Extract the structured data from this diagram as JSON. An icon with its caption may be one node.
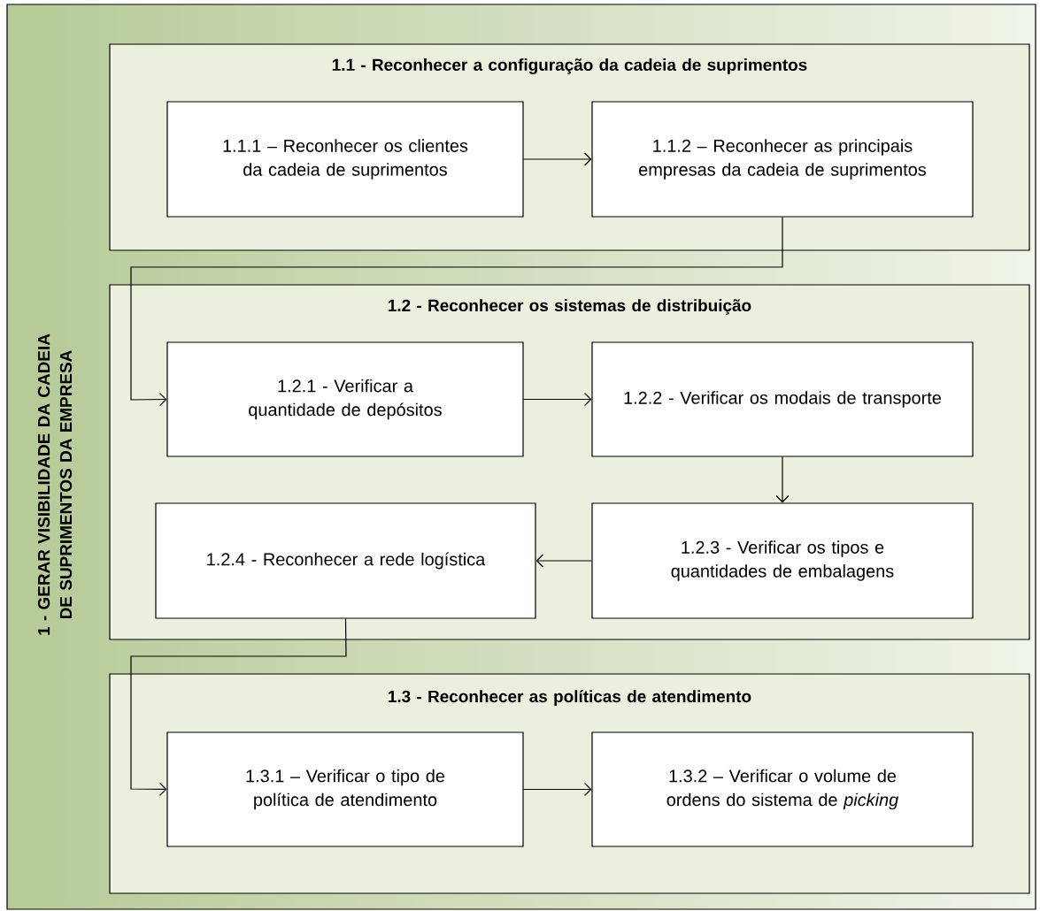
{
  "diagram": {
    "nodes": [
      {
        "text": [
          "1 - GERAR VISIBILIDADE DA CADEIA DE SUPRIMENTOS DA EMPRESA"
        ]
      },
      {
        "text": [
          "1.1 - Reconhecer a configuração da cadeia de suprimentos"
        ],
        "in": 0
      },
      {
        "text": [
          "1.1.1 – Reconhecer os clientes da cadeia de suprimentos"
        ],
        "in": 1
      },
      {
        "text": [
          "1.1.2 – Reconhecer as principais empresas da cadeia de suprimentos"
        ],
        "in": 1
      },
      {
        "text": [
          "1.2 - Reconhecer os sistemas de distribuição"
        ],
        "in": 0
      },
      {
        "text": [
          "1.2.1 - Verificar a quantidade de depósitos"
        ],
        "in": 4
      },
      {
        "text": [
          "1.2.2 - Verificar os modais de transporte"
        ],
        "in": 4
      },
      {
        "text": [
          "1.2.3 - Verificar os tipos e quantidades de embalagens"
        ],
        "in": 4
      },
      {
        "text": [
          "1.2.4 - Reconhecer a rede logística"
        ],
        "in": 4
      },
      {
        "text": [
          "1.3 - Reconhecer as políticas de atendimento"
        ],
        "in": 0
      },
      {
        "text": [
          "1.3.1 – Verificar o tipo de política de atendimento"
        ],
        "in": 9
      },
      {
        "text": [
          "1.3.2 – Verificar o volume de ordens do sistema de *picking*"
        ],
        "in": 9
      }
    ],
    "edges": [
      {
        "from": 2,
        "to": 3,
        "arrow": "to"
      },
      {
        "from": 3,
        "to": 5,
        "arrow": "to"
      },
      {
        "from": 5,
        "to": 6,
        "arrow": "to"
      },
      {
        "from": 6,
        "to": 7,
        "arrow": "to"
      },
      {
        "from": 7,
        "to": 8,
        "arrow": "to"
      },
      {
        "from": 8,
        "to": 10,
        "arrow": "to"
      },
      {
        "from": 10,
        "to": 11,
        "arrow": "to"
      }
    ]
  }
}
